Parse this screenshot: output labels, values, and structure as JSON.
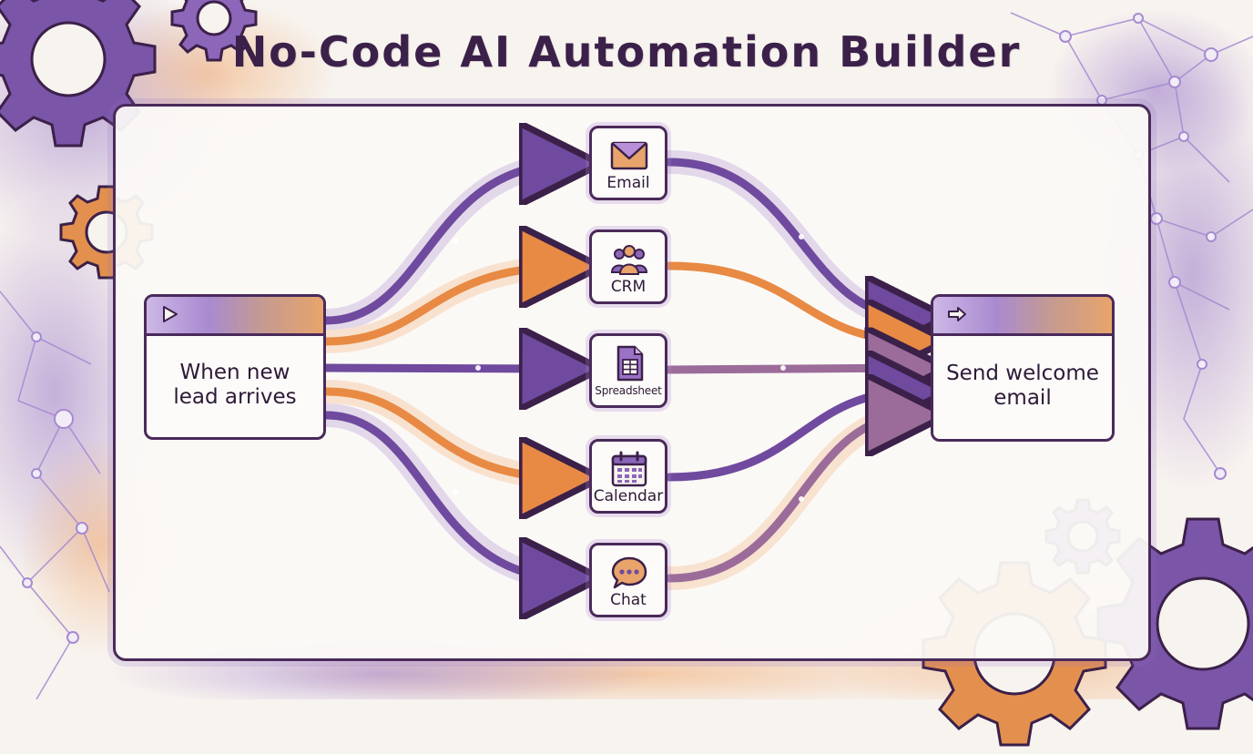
{
  "title": "No-Code AI Automation Builder",
  "colors": {
    "purple": "#6f4a9e",
    "orange": "#e88a44",
    "outline": "#4a2a5a",
    "paper": "#f7f3ef"
  },
  "trigger": {
    "icon": "play-icon",
    "label": "When new lead arrives"
  },
  "action": {
    "icon": "arrow-right-icon",
    "label": "Send welcome email"
  },
  "apps": [
    {
      "icon": "envelope-icon",
      "label": "Email"
    },
    {
      "icon": "people-icon",
      "label": "CRM"
    },
    {
      "icon": "spreadsheet-icon",
      "label": "Spreadsheet"
    },
    {
      "icon": "calendar-icon",
      "label": "Calendar"
    },
    {
      "icon": "chat-bubble-icon",
      "label": "Chat"
    }
  ]
}
